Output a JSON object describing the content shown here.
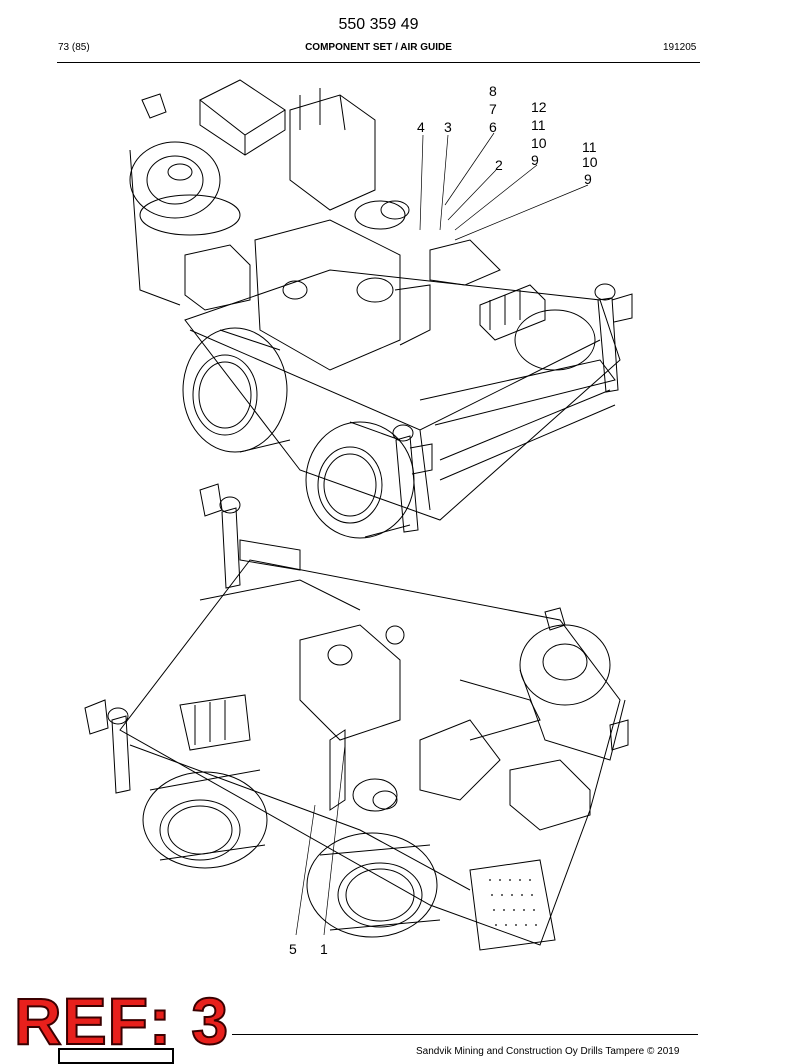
{
  "header": {
    "doc_number": "550 359 49",
    "page": "73 (85)",
    "title": "COMPONENT SET / AIR GUIDE",
    "date": "191205"
  },
  "callouts": {
    "top": [
      "8",
      "7",
      "6",
      "12",
      "11",
      "10",
      "9",
      "4",
      "3",
      "2",
      "11",
      "10",
      "9"
    ],
    "bottom": [
      "5",
      "1"
    ]
  },
  "stamp": "REF: 3",
  "footer": {
    "copyright": "Sandvik Mining and Construction Oy Drills Tampere © 2019"
  }
}
